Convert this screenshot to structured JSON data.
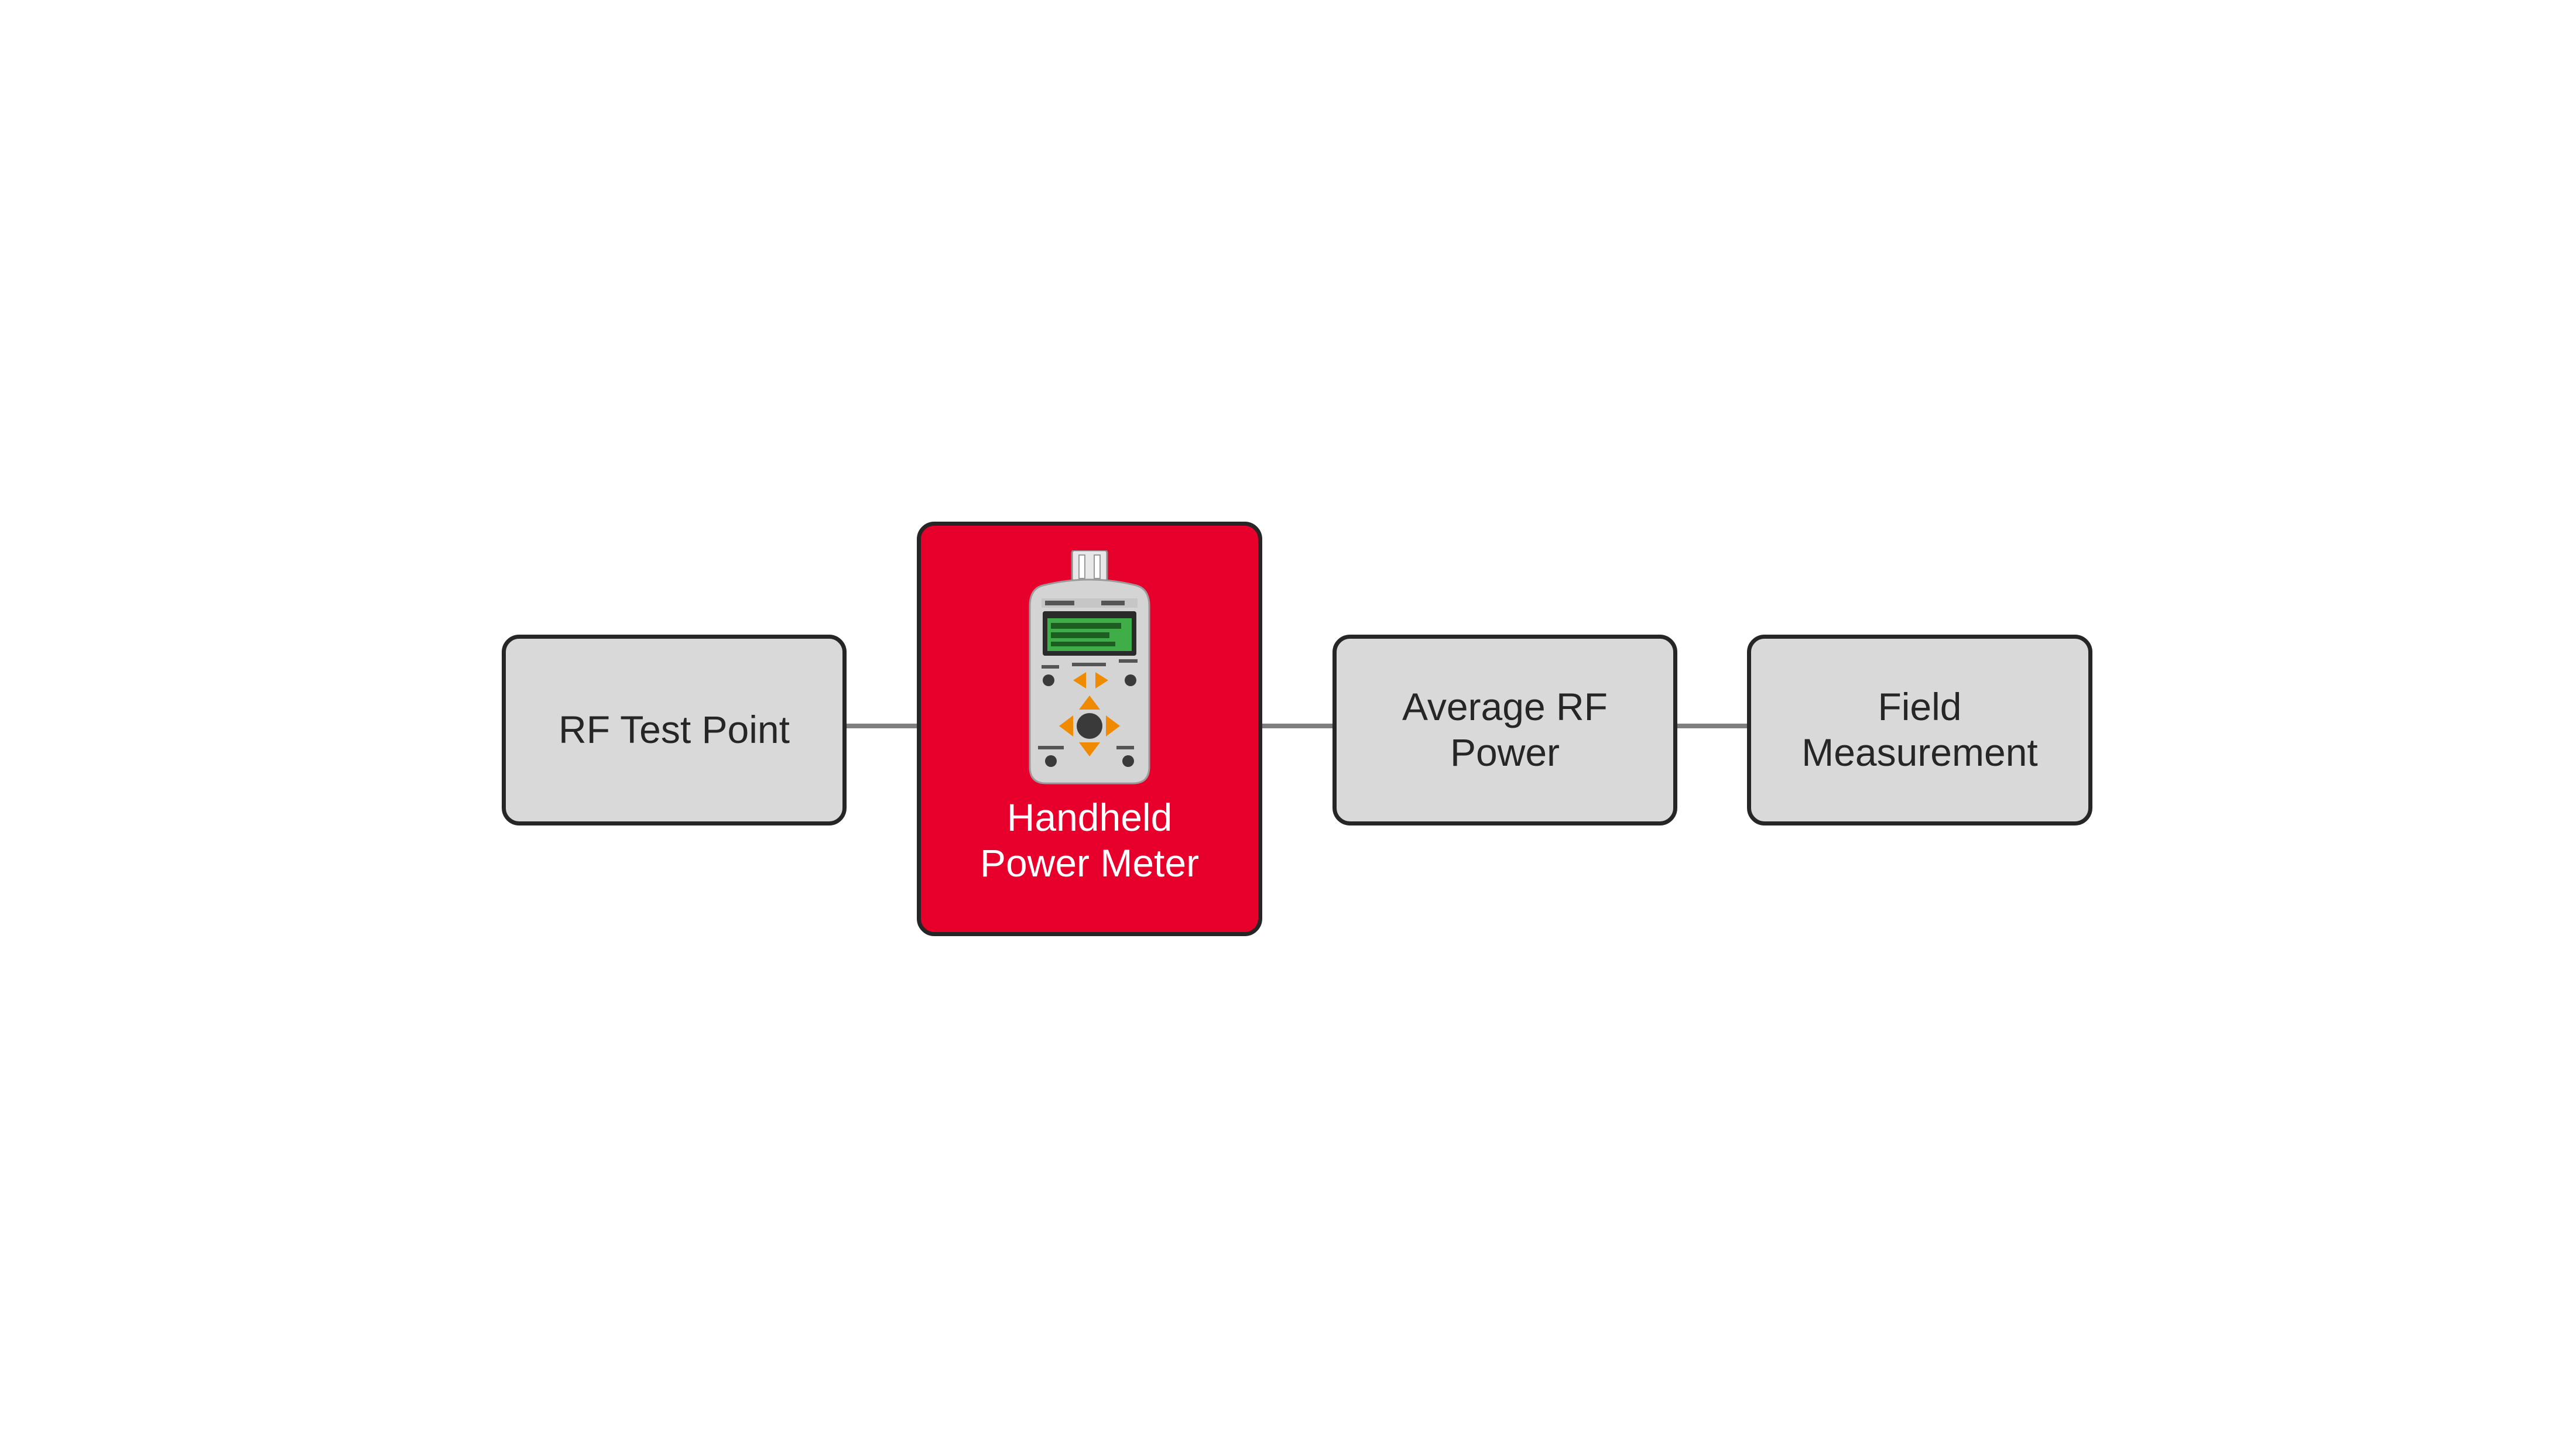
{
  "colors": {
    "box_fill": "#d9d9d9",
    "box_border": "#262626",
    "highlight_fill": "#e6002b",
    "connector": "#7f7f7f",
    "text_dark": "#262626",
    "text_light": "#ffffff"
  },
  "nodes": [
    {
      "id": "rf-test-point",
      "label": "RF Test Point",
      "highlighted": false
    },
    {
      "id": "handheld-power-meter",
      "label": "Handheld\nPower Meter",
      "highlighted": true,
      "icon": "handheld-power-meter-icon"
    },
    {
      "id": "average-rf-power",
      "label": "Average RF\nPower",
      "highlighted": false
    },
    {
      "id": "field-measurement",
      "label": "Field\nMeasurement",
      "highlighted": false
    }
  ]
}
